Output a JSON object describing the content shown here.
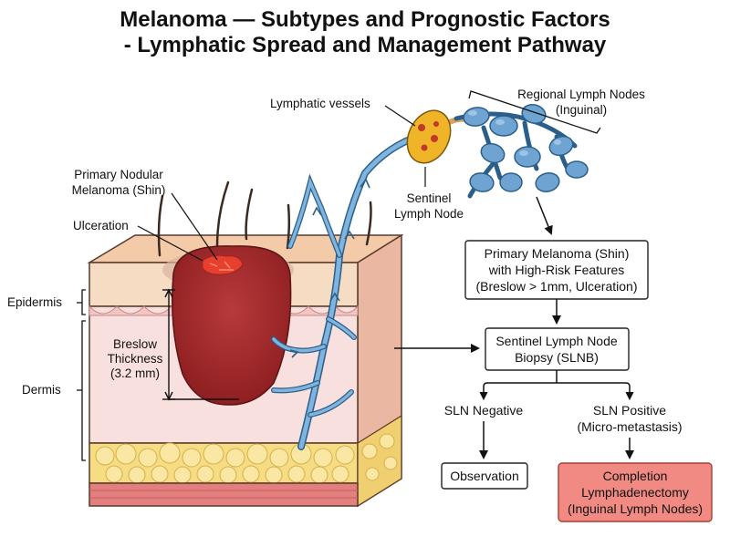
{
  "title": {
    "line1": "Melanoma — Subtypes and Prognostic Factors",
    "line2": "- Lymphatic Spread and Management Pathway"
  },
  "labels": {
    "lymphatic_vessels": "Lymphatic vessels",
    "regional_nodes_1": "Regional Lymph Nodes",
    "regional_nodes_2": "(Inguinal)",
    "primary_nodular_1": "Primary Nodular",
    "primary_nodular_2": "Melanoma (Shin)",
    "sentinel_node_1": "Sentinel",
    "sentinel_node_2": "Lymph Node",
    "ulceration": "Ulceration",
    "epidermis": "Epidermis",
    "dermis": "Dermis",
    "breslow_1": "Breslow",
    "breslow_2": "Thickness",
    "breslow_3": "(3.2 mm)"
  },
  "flow": {
    "primary_1": "Primary Melanoma (Shin)",
    "primary_2": "with High-Risk Features",
    "primary_3": "(Breslow > 1mm, Ulceration)",
    "slnb_1": "Sentinel Lymph Node",
    "slnb_2": "Biopsy (SLNB)",
    "sln_negative": "SLN Negative",
    "sln_positive_1": "SLN Positive",
    "sln_positive_2": "(Micro-metastasis)",
    "observation": "Observation",
    "completion_1": "Completion",
    "completion_2": "Lymphadenectomy",
    "completion_3": "(Inguinal Lymph Nodes)"
  },
  "colors": {
    "tumor": "#a5282b",
    "ulcer": "#e8402f",
    "skin_top": "#f7dcc4",
    "dermis": "#f7dede",
    "fat": "#f5d97a",
    "vessel": "#6fa7d6",
    "node": "#6fa3d2",
    "sentinel": "#f0b429",
    "highlight_box": "#f08a82"
  }
}
